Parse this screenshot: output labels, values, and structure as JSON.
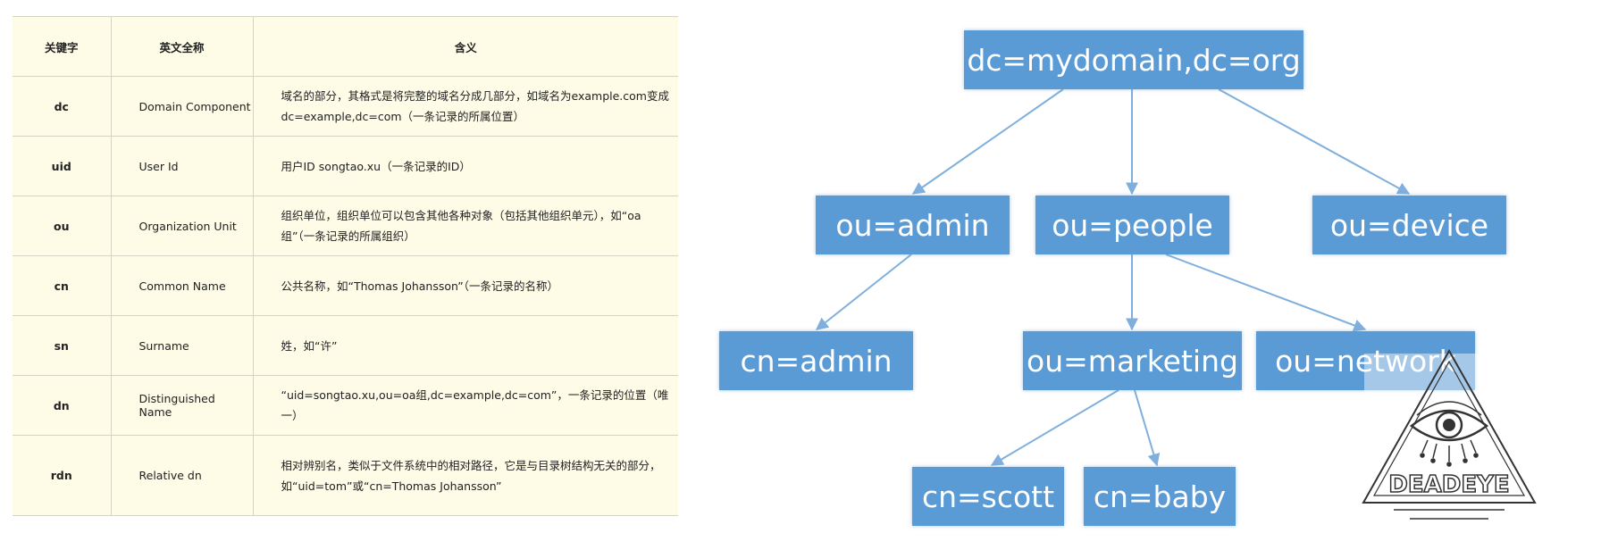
{
  "table": {
    "headers": [
      "关键字",
      "英文全称",
      "含义"
    ],
    "rows": [
      {
        "key": "dc",
        "full": "Domain Component",
        "meaning": "域名的部分，其格式是将完整的域名分成几部分，如域名为example.com变成dc=example,dc=com（一条记录的所属位置）"
      },
      {
        "key": "uid",
        "full": "User Id",
        "meaning": "用户ID songtao.xu（一条记录的ID）"
      },
      {
        "key": "ou",
        "full": "Organization Unit",
        "meaning": "组织单位，组织单位可以包含其他各种对象（包括其他组织单元），如“oa组”（一条记录的所属组织）"
      },
      {
        "key": "cn",
        "full": "Common Name",
        "meaning": "公共名称，如“Thomas Johansson”（一条记录的名称）"
      },
      {
        "key": "sn",
        "full": "Surname",
        "meaning": "姓，如“许”"
      },
      {
        "key": "dn",
        "full": "Distinguished Name",
        "meaning": "“uid=songtao.xu,ou=oa组,dc=example,dc=com”，一条记录的位置（唯一）"
      },
      {
        "key": "rdn",
        "full": "Relative dn",
        "meaning": "相对辨别名，类似于文件系统中的相对路径，它是与目录树结构无关的部分，如“uid=tom”或“cn=Thomas Johansson”"
      }
    ]
  },
  "diagram": {
    "nodes": {
      "root": "dc=mydomain,dc=org",
      "admin": "ou=admin",
      "people": "ou=people",
      "device": "ou=device",
      "cn_admin": "cn=admin",
      "marketing": "ou=marketing",
      "network": "ou=network",
      "scott": "cn=scott",
      "baby": "cn=baby"
    },
    "watermark_text": "DEADEYE"
  },
  "colors": {
    "table_bg": "#fefbe6",
    "table_border": "#d6d3c4",
    "node_fill": "#5b9bd5",
    "node_text": "#ffffff",
    "edge": "#7fafdc"
  }
}
